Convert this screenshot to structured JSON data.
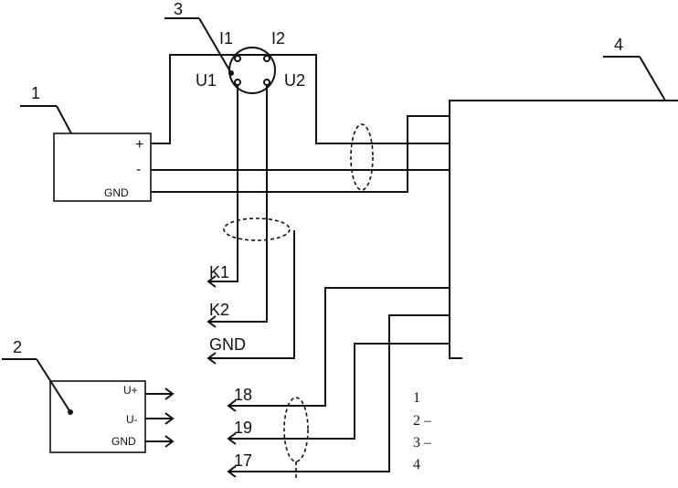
{
  "callouts": {
    "c1": "1",
    "c2": "2",
    "c3": "3",
    "c4": "4"
  },
  "block1": {
    "plus": "+",
    "minus": "-",
    "gnd": "GND"
  },
  "block2": {
    "u_plus": "U+",
    "u_minus": "U-",
    "gnd": "GND"
  },
  "connector": {
    "i1": "I1",
    "i2": "I2",
    "u1": "U1",
    "u2": "U2"
  },
  "outputs": {
    "k1": "K1",
    "k2": "K2",
    "gnd": "GND"
  },
  "lines": {
    "l18": "18",
    "l19": "19",
    "l17": "17"
  },
  "legend": [
    {
      "text": "1"
    },
    {
      "text": "2 –"
    },
    {
      "text": "3 –"
    },
    {
      "text": "4"
    }
  ]
}
